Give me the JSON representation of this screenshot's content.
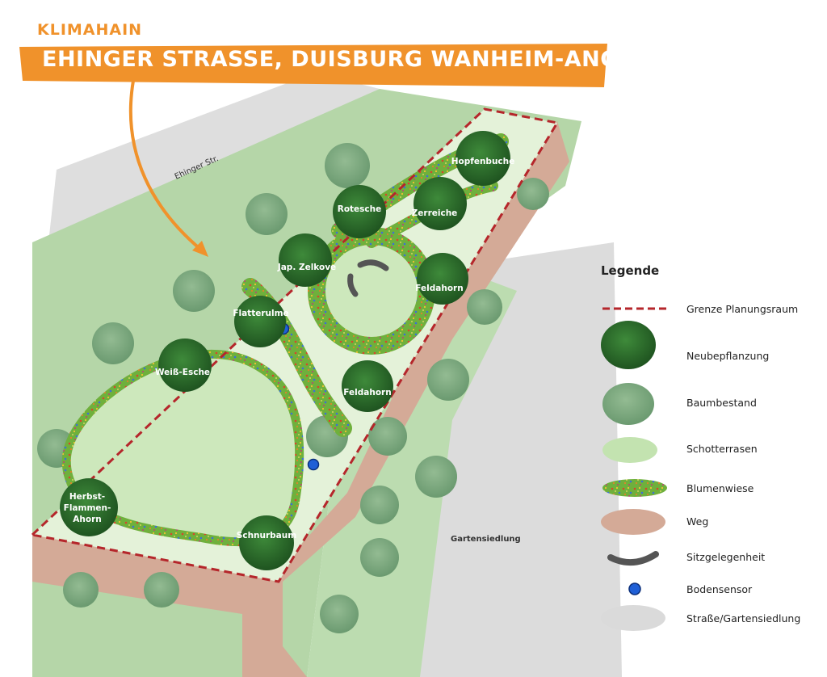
{
  "header": {
    "kicker": "KLIMAHAIN",
    "title": "EHINGER STRASSE, DUISBURG WANHEIM-ANGERHAUSEN"
  },
  "map": {
    "street_label": "Ehinger Str.",
    "district_label": "Gartensiedlung",
    "trees": {
      "hopfenbuche": "Hopfenbuche",
      "rotesche": "Rotesche",
      "zerreiche": "Zerreiche",
      "zelkove": "Jap. Zelkove",
      "feldahorn_1": "Feldahorn",
      "flatterulme": "Flatterulme",
      "weiss_esche": "Weiß-Esche",
      "feldahorn_2": "Feldahorn",
      "herbst_1": "Herbst-",
      "herbst_2": "Flammen-",
      "herbst_3": "Ahorn",
      "schnurbaum": "Schnurbaum"
    }
  },
  "legend": {
    "title": "Legende",
    "items": [
      {
        "label": "Grenze Planungsraum",
        "icon": "dashed-red-line"
      },
      {
        "label": "Neubepflanzung",
        "icon": "dark-green-tree"
      },
      {
        "label": "Baumbestand",
        "icon": "grey-green-tree"
      },
      {
        "label": "Schotterrasen",
        "icon": "light-green-patch"
      },
      {
        "label": "Blumenwiese",
        "icon": "flower-strip"
      },
      {
        "label": "Weg",
        "icon": "pink-path"
      },
      {
        "label": "Sitzgelegenheit",
        "icon": "bench"
      },
      {
        "label": "Bodensensor",
        "icon": "blue-dot"
      },
      {
        "label": "Straße/Gartensiedlung",
        "icon": "grey-patch"
      }
    ]
  },
  "colors": {
    "accent_orange": "#f0922b",
    "boundary_red": "#b5262b",
    "new_tree": "#2c6b2c",
    "existing_tree": "#7fa883",
    "gravel_lawn": "#d8eecb",
    "flower_meadow": "#6fb03c",
    "path": "#d4aa97",
    "sensor": "#1f5fd6",
    "street": "#d9d9d9"
  }
}
